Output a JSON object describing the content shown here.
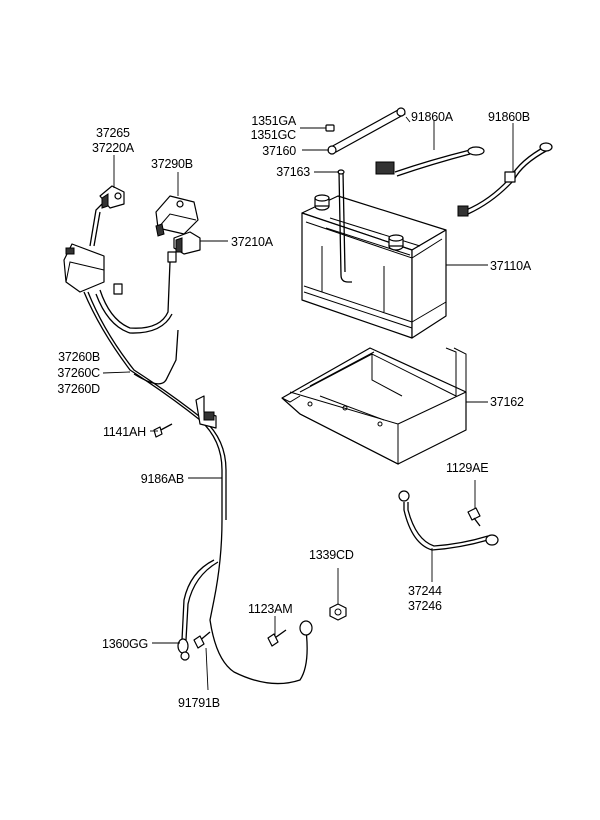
{
  "labels": {
    "l_1351ga": "1351GA",
    "l_1351gc": "1351GC",
    "l_37160": "37160",
    "l_91860a": "91860A",
    "l_91860b": "91860B",
    "l_37163": "37163",
    "l_37265": "37265",
    "l_37220a": "37220A",
    "l_37290b": "37290B",
    "l_37210a": "37210A",
    "l_37110a": "37110A",
    "l_37260b": "37260B",
    "l_37260c": "37260C",
    "l_37260d": "37260D",
    "l_37162": "37162",
    "l_1141ah": "1141AH",
    "l_1129ae": "1129AE",
    "l_9186ab": "9186AB",
    "l_1339cd": "1339CD",
    "l_37244": "37244",
    "l_37246": "37246",
    "l_1123am": "1123AM",
    "l_1360gg": "1360GG",
    "l_91791b": "91791B"
  }
}
